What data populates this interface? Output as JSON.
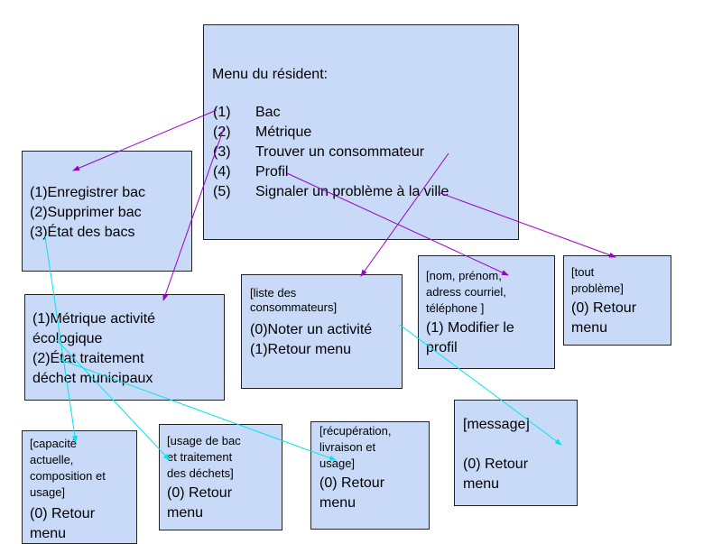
{
  "colors": {
    "box_fill": "#c9daf8",
    "box_border": "#222222",
    "arrow_purple": "#9900cc",
    "arrow_cyan": "#00e5ee"
  },
  "main_menu": {
    "title": "Menu du résident:",
    "items": [
      {
        "num": "(1)",
        "label": "Bac"
      },
      {
        "num": "(2)",
        "label": "Métrique"
      },
      {
        "num": "(3)",
        "label": "Trouver un consommateur"
      },
      {
        "num": "(4)",
        "label": "Profil"
      },
      {
        "num": "(5)",
        "label": "Signaler un problème à la ville"
      }
    ]
  },
  "bac_menu": {
    "lines": [
      "(1)Enregistrer  bac",
      "(2)Supprimer bac",
      "(3)État des bacs"
    ]
  },
  "metrique_menu": {
    "lines": [
      "(1)Métrique activité",
      "écologique",
      "(2)État traitement",
      "déchet municipaux"
    ]
  },
  "consommateur_box": {
    "note_lines": [
      "[liste des",
      "consommateurs]"
    ],
    "lines": [
      "(0)Noter un activité",
      "(1)Retour menu"
    ]
  },
  "profil_box": {
    "note_lines": [
      "[nom, prénom,",
      "adress courriel,",
      "téléphone ]"
    ],
    "lines": [
      "(1) Modifier le",
      "profil"
    ]
  },
  "probleme_box": {
    "note_lines": [
      "[tout",
      "problème]"
    ],
    "lines": [
      "(0) Retour",
      "menu"
    ]
  },
  "message_box": {
    "lines": [
      "[message]",
      "",
      "(0) Retour",
      "menu"
    ]
  },
  "capacite_box": {
    "note_lines": [
      "[capacité",
      "actuelle,",
      "composition et",
      "usage]"
    ],
    "lines": [
      "(0) Retour",
      "menu"
    ]
  },
  "usage_box": {
    "note_lines": [
      "[usage de bac",
      "et traitement",
      "des déchets]"
    ],
    "lines": [
      "(0) Retour",
      "menu"
    ]
  },
  "recuperation_box": {
    "note_lines": [
      "[récupération,",
      "livraison et",
      "usage]"
    ],
    "lines": [
      "(0) Retour",
      "menu"
    ]
  }
}
